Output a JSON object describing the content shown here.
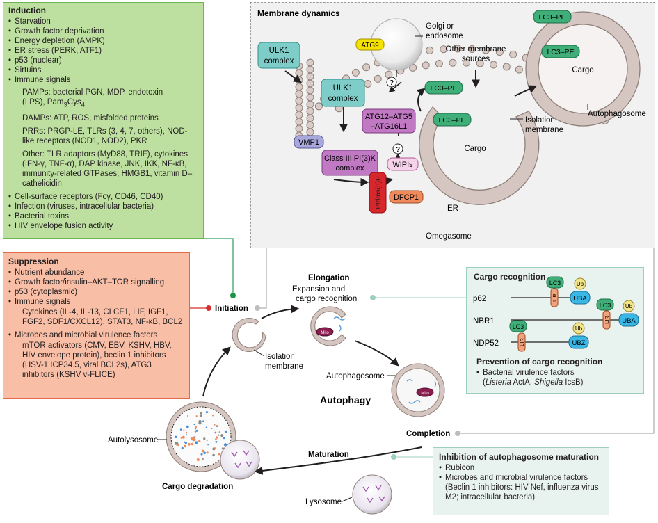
{
  "induction": {
    "title": "Induction",
    "items": [
      "Starvation",
      "Growth factor deprivation",
      "Energy depletion (AMPK)",
      "ER stress (PERK, ATF1)",
      "p53 (nuclear)",
      "Sirtuins",
      "Immune signals"
    ],
    "pamps_1": "PAMPs: bacterial PGN, MDP, endotoxin",
    "pamps_2": "(LPS), Pam",
    "pamps_sub": "3",
    "pamps_3": "Cys",
    "pamps_sub2": "4",
    "damps": "DAMPs: ATP, ROS, misfolded proteins",
    "prrs": "PRRs: PRGP-LE, TLRs (3, 4, 7, others), NOD-like receptors (NOD1, NOD2), PKR",
    "other": "Other: TLR adaptors (MyD88, TRIF), cytokines (IFN-γ, TNF-α), DAP kinase, JNK, IKK, NF-κB, immunity-related GTPases, HMGB1, vitamin D–cathelicidin",
    "items2": [
      "Cell-surface receptors (Fcγ, CD46, CD40)",
      "Infection (viruses, intracellular bacteria)",
      "Bacterial toxins",
      "HIV envelope fusion activity"
    ]
  },
  "suppression": {
    "title": "Suppression",
    "items": [
      "Nutrient abundance",
      "Growth factor/insulin–AKT–TOR signalling",
      "p53 (cytoplasmic)",
      "Immune signals"
    ],
    "cytokines": "Cytokines (IL-4, IL-13, CLCF1, LIF, IGF1, FGF2, SDF1/CXCL12), STAT3, NF-κB, BCL2",
    "microbes": "Microbes and microbial virulence factors",
    "microbes_detail": "mTOR activators (CMV, EBV, KSHV, HBV, HIV envelope protein), beclin 1 inhibitors (HSV-1 ICP34.5, viral BCL2s), ATG3 inhibitors (KSHV v-FLICE)"
  },
  "membrane": {
    "title": "Membrane dynamics",
    "ulk1_a_1": "ULK1",
    "ulk1_a_2": "complex",
    "ulk1_b_1": "ULK1",
    "ulk1_b_2": "complex",
    "atg9": "ATG9",
    "golgi_1": "Golgi or",
    "golgi_2": "endosome",
    "q": "?",
    "atg12_1": "ATG12–ATG5",
    "atg12_2": "–ATG16L1",
    "lc3pe": "LC3–PE",
    "other_src_1": "Other membrane",
    "other_src_2": "sources",
    "cargo": "Cargo",
    "iso_1": "Isolation",
    "iso_2": "membrane",
    "autophagosome": "Autophagosome",
    "vmp1": "VMP1",
    "pi3k_1": "Class III PI(3)K",
    "pi3k_2": "complex",
    "wipis": "WIPIs",
    "ptdins": "PtdIns(3)P",
    "dfcp1": "DFCP1",
    "er": "ER",
    "omegasome": "Omegasome"
  },
  "cycle": {
    "initiation": "Initiation",
    "elongation": "Elongation",
    "expansion_1": "Expansion and",
    "expansion_2": "cargo recognition",
    "iso_1": "Isolation",
    "iso_2": "membrane",
    "autophagosome": "Autophagosome",
    "autophagy": "Autophagy",
    "completion": "Completion",
    "maturation": "Maturation",
    "lysosome": "Lysosome",
    "autolysosome": "Autolysosome",
    "cargo_degradation": "Cargo degradation",
    "mito": "Mito"
  },
  "cargo_recognition": {
    "title": "Cargo recognition",
    "receptors": [
      "p62",
      "NBR1",
      "NDP52"
    ],
    "lc3": "LC3",
    "ub": "Ub",
    "lir": "LIR",
    "uba": "UBA",
    "ubz": "UBZ",
    "prevention_title": "Prevention of cargo recognition",
    "prevention_item": "Bacterial virulence factors",
    "prevention_detail_1": "Listeria",
    "prevention_detail_2": " ActA, ",
    "prevention_detail_3": "Shigella",
    "prevention_detail_4": " IcsB)"
  },
  "inhibition": {
    "title": "Inhibition of autophagosome maturation",
    "items": [
      "Rubicon",
      "Microbes and microbial virulence factors (Beclin 1 inhibitors: HIV Nef, influenza virus M2; intracellular bacteria)"
    ]
  },
  "colors": {
    "induction_fill": "#bddf9f",
    "suppression_fill": "#f8bea6",
    "lc3_green": "#3fae79",
    "ulk1_teal": "#7fcdc8",
    "atg_purple": "#c179c4",
    "membrane_tan": "#d5c6c1",
    "ub_yellow": "#f2e48c",
    "uba_blue": "#39b7e6",
    "lir_orange": "#f3a37c",
    "dfcp1_orange": "#f08a5a",
    "ptdins_red": "#d8262d",
    "atg9_yellow": "#f6e200"
  }
}
